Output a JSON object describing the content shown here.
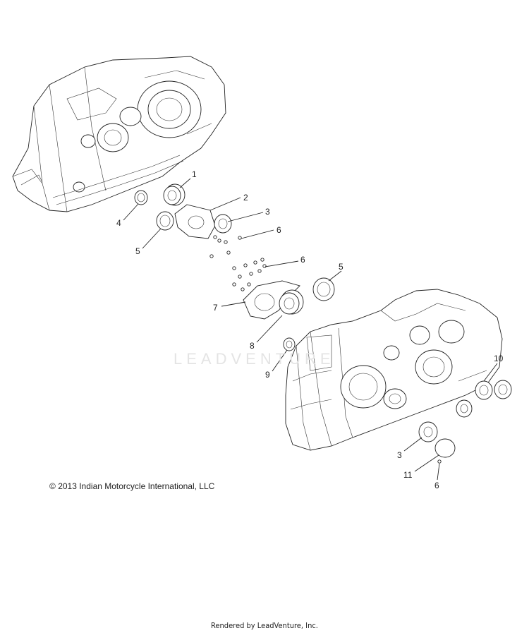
{
  "diagram": {
    "callouts": [
      {
        "id": "c1",
        "label": "1"
      },
      {
        "id": "c2",
        "label": "2"
      },
      {
        "id": "c3a",
        "label": "3"
      },
      {
        "id": "c4",
        "label": "4"
      },
      {
        "id": "c5a",
        "label": "5"
      },
      {
        "id": "c6a",
        "label": "6"
      },
      {
        "id": "c6b",
        "label": "6"
      },
      {
        "id": "c5b",
        "label": "5"
      },
      {
        "id": "c7",
        "label": "7"
      },
      {
        "id": "c8",
        "label": "8"
      },
      {
        "id": "c9",
        "label": "9"
      },
      {
        "id": "c10",
        "label": "10"
      },
      {
        "id": "c3b",
        "label": "3"
      },
      {
        "id": "c11",
        "label": "11"
      },
      {
        "id": "c6c",
        "label": "6"
      }
    ],
    "copyright": "2013 Indian Motorcycle International, LLC",
    "copyright_symbol": "©",
    "watermark": "LEADVENTURE",
    "footer": "Rendered by LeadVenture, Inc."
  }
}
